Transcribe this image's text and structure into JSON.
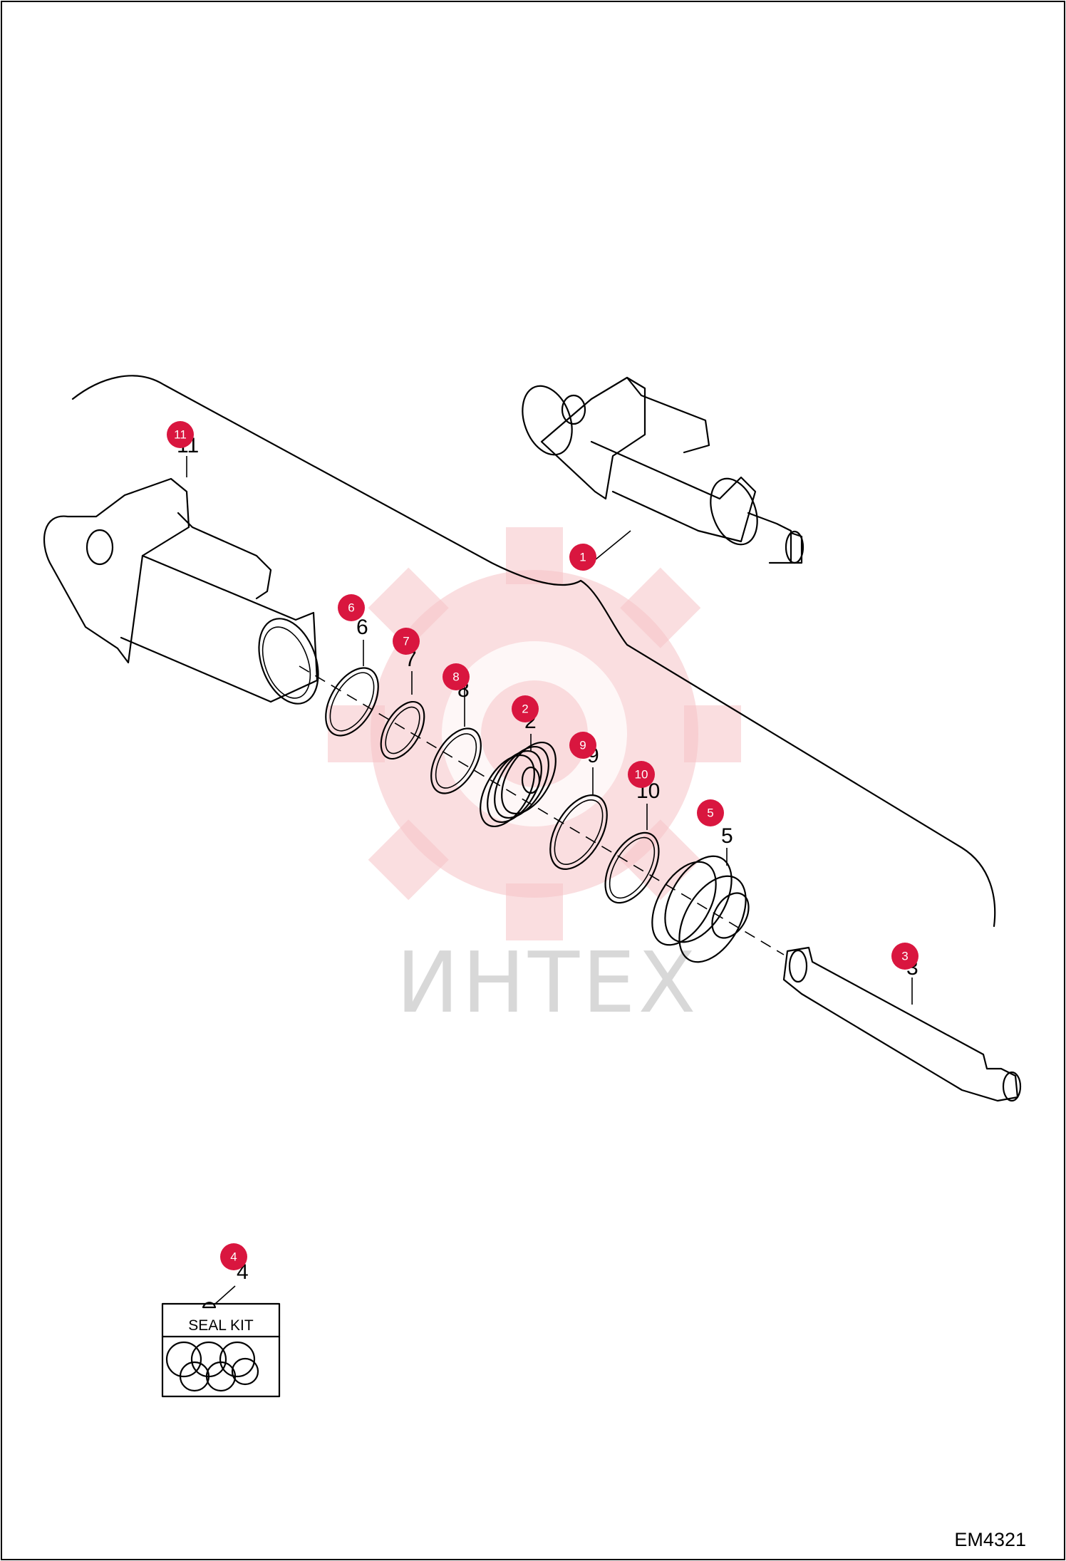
{
  "drawing": {
    "code": "EM4321",
    "watermark": "ИНТЕХ",
    "seal_kit_label": "SEAL KIT"
  },
  "callouts": [
    {
      "label": "1"
    },
    {
      "label": "2"
    },
    {
      "label": "3"
    },
    {
      "label": "4"
    },
    {
      "label": "5"
    },
    {
      "label": "6"
    },
    {
      "label": "7"
    },
    {
      "label": "8"
    },
    {
      "label": "9"
    },
    {
      "label": "10"
    },
    {
      "label": "11"
    }
  ],
  "part_numbers": [
    {
      "label": "6"
    },
    {
      "label": "7"
    },
    {
      "label": "8"
    },
    {
      "label": "2"
    },
    {
      "label": "9"
    },
    {
      "label": "10"
    },
    {
      "label": "5"
    },
    {
      "label": "3"
    },
    {
      "label": "4"
    },
    {
      "label": "11"
    }
  ],
  "colors": {
    "callout_fill": "#d9163f",
    "watermark_gear": "#f6c3c6",
    "line": "#000000"
  }
}
